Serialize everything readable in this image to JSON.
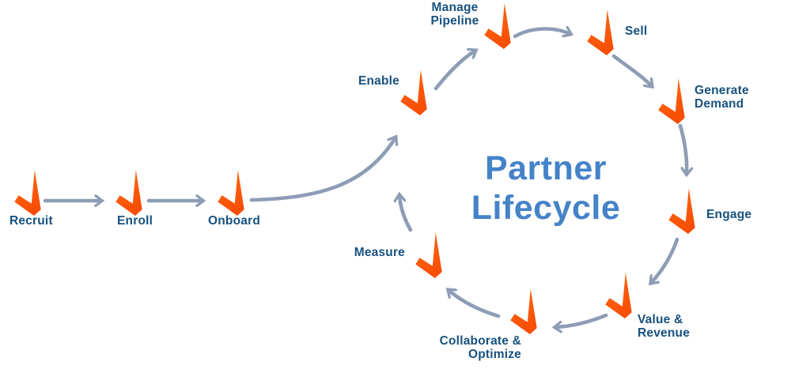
{
  "diagram": {
    "title": "Partner\nLifecycle",
    "stages": {
      "recruit": "Recruit",
      "enroll": "Enroll",
      "onboard": "Onboard",
      "enable": "Enable",
      "manage_pipeline": "Manage\nPipeline",
      "sell": "Sell",
      "generate_demand": "Generate\nDemand",
      "engage": "Engage",
      "value_revenue": "Value &\nRevenue",
      "collaborate_optimize": "Collaborate &\nOptimize",
      "measure": "Measure"
    },
    "flow": {
      "linear_sequence": [
        "Recruit",
        "Enroll",
        "Onboard",
        "Enable"
      ],
      "cycle_sequence": [
        "Enable",
        "Manage Pipeline",
        "Sell",
        "Generate Demand",
        "Engage",
        "Value & Revenue",
        "Collaborate & Optimize",
        "Measure",
        "Enable"
      ]
    },
    "colors": {
      "stage_label": "#17517E",
      "title": "#4583C9",
      "arrow": "#8E9DB5",
      "icon_orange_top": "#FF6D12",
      "icon_orange_bottom": "#F84E05"
    },
    "icon_glyph": "check-flag"
  }
}
